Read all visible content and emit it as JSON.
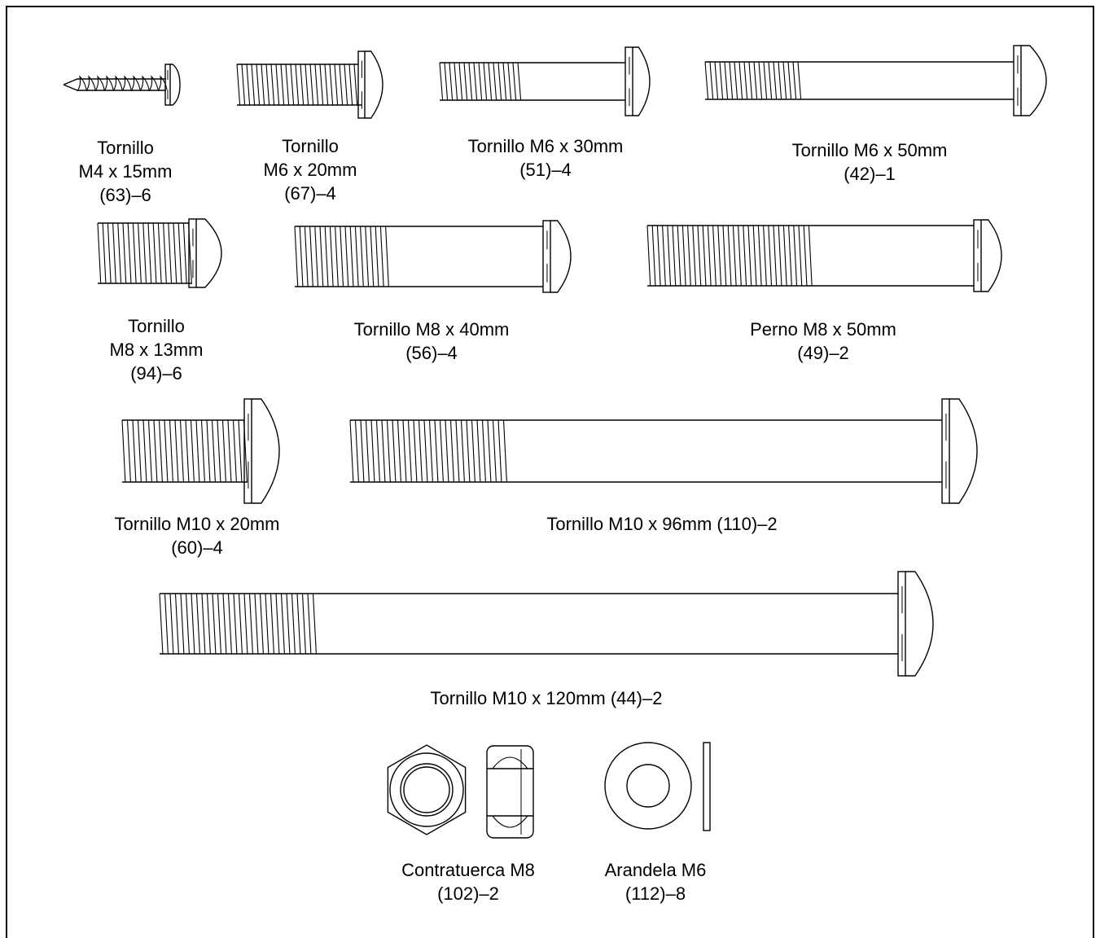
{
  "parts": [
    {
      "id": "tornillo-m4x15",
      "lines": [
        "Tornillo",
        "M4 x 15mm",
        "(63)–6"
      ]
    },
    {
      "id": "tornillo-m6x20",
      "lines": [
        "Tornillo",
        "M6 x 20mm",
        "(67)–4"
      ]
    },
    {
      "id": "tornillo-m6x30",
      "lines": [
        "Tornillo M6 x 30mm",
        "(51)–4"
      ]
    },
    {
      "id": "tornillo-m6x50",
      "lines": [
        "Tornillo M6 x 50mm",
        "(42)–1"
      ]
    },
    {
      "id": "tornillo-m8x13",
      "lines": [
        "Tornillo",
        "M8 x 13mm",
        "(94)–6"
      ]
    },
    {
      "id": "tornillo-m8x40",
      "lines": [
        "Tornillo M8 x 40mm",
        "(56)–4"
      ]
    },
    {
      "id": "perno-m8x50",
      "lines": [
        "Perno M8 x 50mm",
        "(49)–2"
      ]
    },
    {
      "id": "tornillo-m10x20",
      "lines": [
        "Tornillo M10 x 20mm",
        "(60)–4"
      ]
    },
    {
      "id": "tornillo-m10x96",
      "lines": [
        "Tornillo M10 x 96mm (110)–2"
      ]
    },
    {
      "id": "tornillo-m10x120",
      "lines": [
        "Tornillo M10 x 120mm (44)–2"
      ]
    },
    {
      "id": "contratuerca-m8",
      "lines": [
        "Contratuerca M8",
        "(102)–2"
      ]
    },
    {
      "id": "arandela-m6",
      "lines": [
        "Arandela M6",
        "(112)–8"
      ]
    }
  ]
}
